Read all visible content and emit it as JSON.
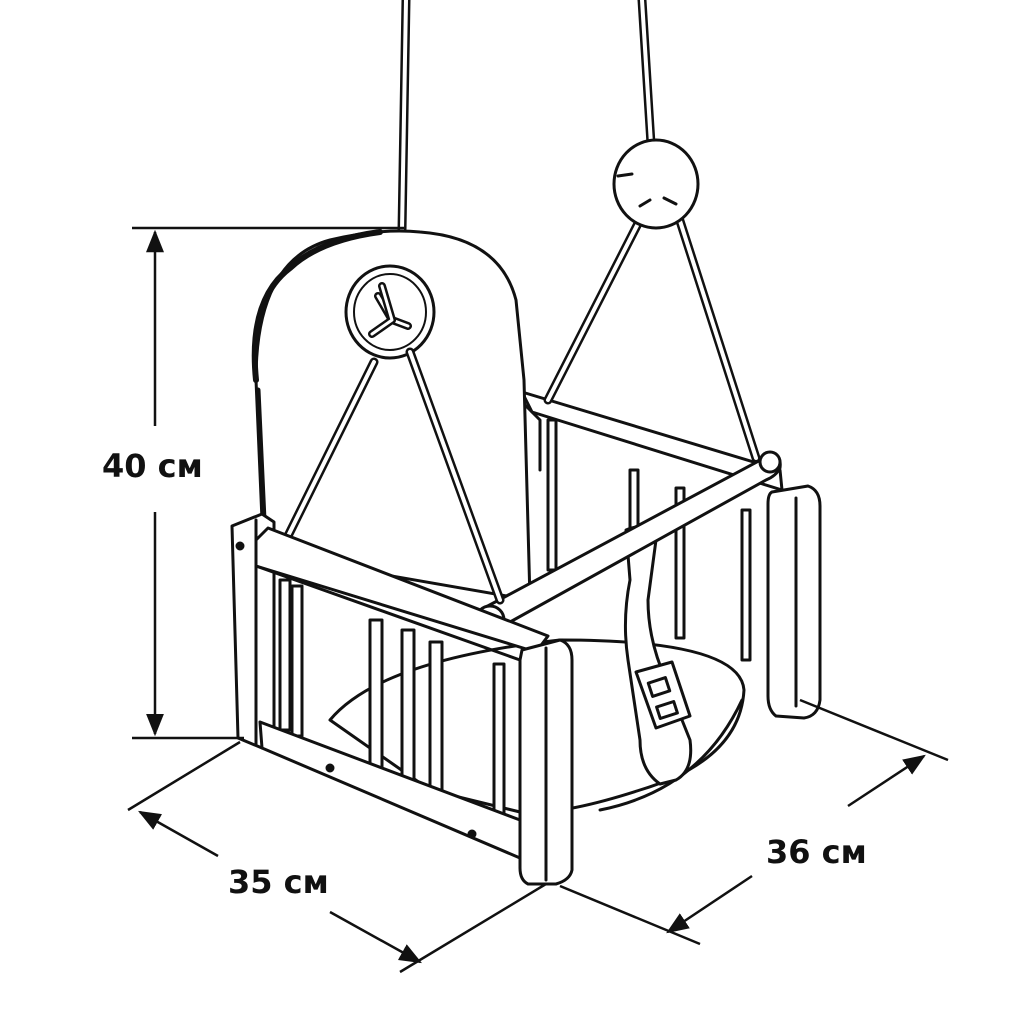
{
  "dimensions": {
    "height": "40 см",
    "width": "35 см",
    "depth": "36 см"
  },
  "colors": {
    "line": "#111111",
    "fill": "#ffffff",
    "shade": "#e6e6e6"
  }
}
